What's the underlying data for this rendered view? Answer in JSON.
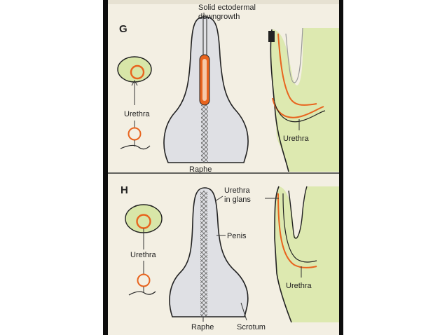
{
  "panels": [
    {
      "letter": "G",
      "labels": {
        "top_line1": "Solid ectodermal",
        "top_line2": "downgrowth",
        "urethra_left": "Urethra",
        "bottom": "Raphe",
        "urethra_right": "Urethra"
      }
    },
    {
      "letter": "H",
      "labels": {
        "glans_line1": "Urethra",
        "glans_line2": "in glans",
        "penis": "Penis",
        "urethra_left": "Urethra",
        "raphe": "Raphe",
        "scrotum": "Scrotum",
        "urethra_right": "Urethra"
      }
    }
  ],
  "colors": {
    "tissue_green": "#d8e6a8",
    "tissue_grey": "#dfe0e4",
    "urethra_orange": "#e8641e",
    "page_bg": "#f3efe3",
    "frame_black": "#0d0d0d"
  }
}
